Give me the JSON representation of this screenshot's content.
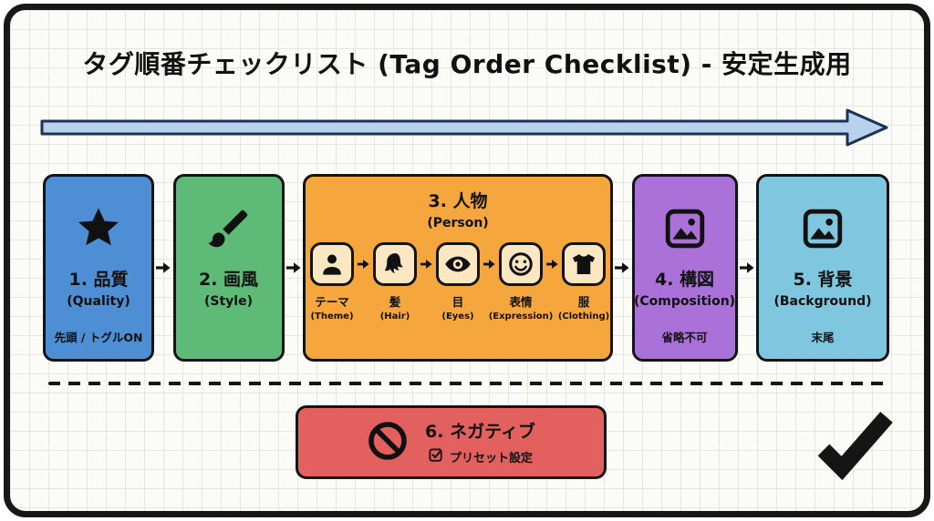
{
  "title": "タグ順番チェックリスト (Tag Order Checklist) - 安定生成用",
  "colors": {
    "quality_box": "#4d8ed5",
    "style_box": "#5dba77",
    "person_box": "#f5a63c",
    "person_sub_box": "#fbe7c1",
    "composition_box": "#aa72d8",
    "background_box": "#7fc6df",
    "negative_box": "#e2605d",
    "flow_arrow_fill": "#b8d2ee",
    "flow_arrow_stroke": "#1d3156",
    "ink": "#111111"
  },
  "steps": [
    {
      "title": "1. 品質",
      "subtitle": "(Quality)",
      "note": "先頭 / トグルON",
      "icon": "star-icon"
    },
    {
      "title": "2. 画風",
      "subtitle": "(Style)",
      "icon": "paintbrush-icon"
    },
    {
      "title": "3. 人物",
      "subtitle": "(Person)",
      "sub_steps": [
        {
          "label": "テーマ",
          "sublabel": "(Theme)",
          "icon": "person-icon"
        },
        {
          "label": "髪",
          "sublabel": "(Hair)",
          "icon": "hair-icon"
        },
        {
          "label": "目",
          "sublabel": "(Eyes)",
          "icon": "eye-icon"
        },
        {
          "label": "表情",
          "sublabel": "(Expression)",
          "icon": "smiley-face-icon"
        },
        {
          "label": "服",
          "sublabel": "(Clothing)",
          "icon": "tshirt-icon"
        }
      ]
    },
    {
      "title": "4. 構図",
      "subtitle": "(Composition)",
      "note": "省略不可",
      "icon": "image-icon"
    },
    {
      "title": "5. 背景",
      "subtitle": "(Background)",
      "note": "末尾",
      "icon": "image-icon"
    }
  ],
  "negative": {
    "title": "6. ネガティブ",
    "preset_label": "プリセット設定",
    "icons": [
      "prohibited-icon",
      "checkbox-checked-icon"
    ]
  }
}
